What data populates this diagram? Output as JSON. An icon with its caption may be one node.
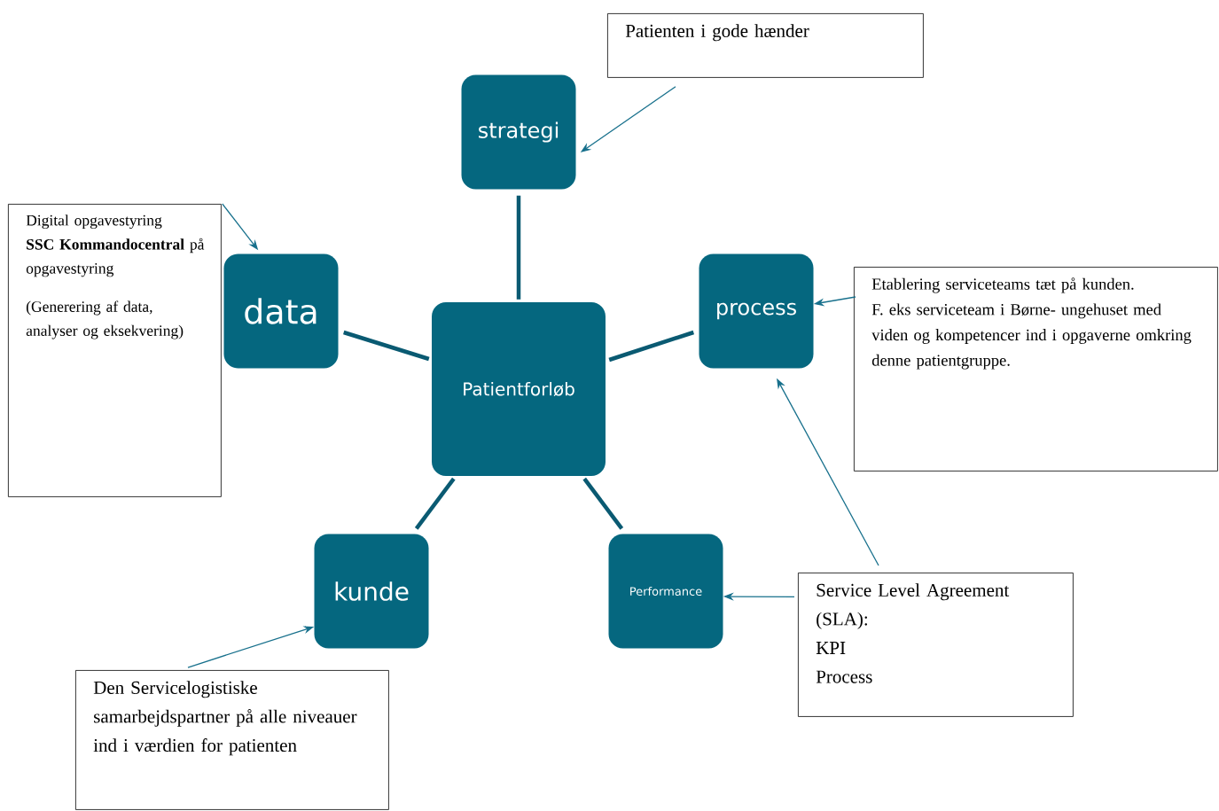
{
  "diagram": {
    "nodes": [
      {
        "text": [
          "Patientforløb"
        ]
      },
      {
        "text": [
          "strategi"
        ]
      },
      {
        "text": [
          "data"
        ]
      },
      {
        "text": [
          "process"
        ]
      },
      {
        "text": [
          "kunde"
        ]
      },
      {
        "text": [
          "Performance"
        ]
      },
      {
        "text": [
          "Patienten i gode hænder"
        ]
      },
      {
        "text": [
          "Digital opgavestyring",
          "**SSC Kommandocentral** på opgavestyring",
          "(Generering af data, analyser og eksekvering)"
        ]
      },
      {
        "text": [
          "Etablering serviceteams tæt på kunden.",
          "F. eks serviceteam i Børne- ungehuset med viden og kompetencer ind i opgaverne omkring denne patientgruppe."
        ]
      },
      {
        "text": [
          "Service Level Agreement (SLA):",
          "KPI",
          "Process"
        ]
      },
      {
        "text": [
          "Den Servicelogistiske samarbejdspartner på alle niveauer ind i værdien for patienten"
        ]
      }
    ],
    "edges": [
      {
        "from": 1,
        "to": 0,
        "arrow": "none",
        "style": "thick"
      },
      {
        "from": 2,
        "to": 0,
        "arrow": "none",
        "style": "thick"
      },
      {
        "from": 3,
        "to": 0,
        "arrow": "none",
        "style": "thick"
      },
      {
        "from": 4,
        "to": 0,
        "arrow": "none",
        "style": "thick"
      },
      {
        "from": 5,
        "to": 0,
        "arrow": "none",
        "style": "thick"
      },
      {
        "from": 6,
        "to": 1,
        "arrow": "to"
      },
      {
        "from": 7,
        "to": 2,
        "arrow": "to"
      },
      {
        "from": 8,
        "to": 3,
        "arrow": "to"
      },
      {
        "from": 9,
        "to": 5,
        "arrow": "to"
      },
      {
        "from": 9,
        "to": 3,
        "arrow": "to"
      },
      {
        "from": 10,
        "to": 4,
        "arrow": "to"
      }
    ]
  }
}
